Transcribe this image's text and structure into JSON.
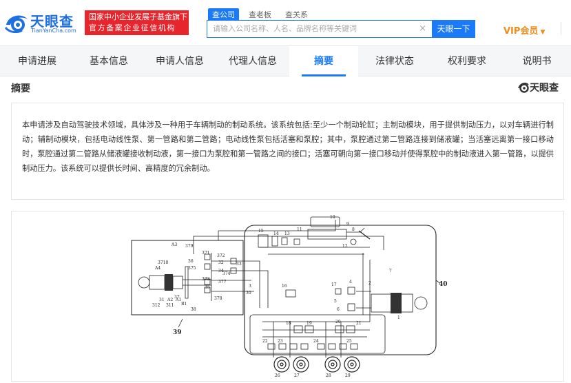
{
  "header": {
    "logo_cn": "天眼查",
    "logo_en": "TianYanCha.com",
    "banner_line1": "国家中小企业发展子基金旗下",
    "banner_line2": "官方备案企业征信机构",
    "search_tabs": [
      "查公司",
      "查老板",
      "查关系"
    ],
    "search_placeholder": "请输入公司名称、人名、品牌名称等关键词",
    "search_clear": "×",
    "search_button": "天眼一下",
    "vip_label": "VIP会员"
  },
  "tabs": [
    "申请进展",
    "基本信息",
    "申请人信息",
    "代理人信息",
    "摘要",
    "法律状态",
    "权利要求",
    "说明书"
  ],
  "active_tab": "摘要",
  "section": {
    "title": "摘要",
    "watermark": "天眼查"
  },
  "abstract": "本申请涉及自动驾驶技术领域，具体涉及一种用于车辆制动的制动系统。该系统包括:至少一个制动轮缸；主制动模块，用于提供制动压力，以对车辆进行制动；辅制动模块，包括电动线性泵、第一管路和第二管路；电动线性泵包括活塞和泵腔；其中，泵腔通过第二管路连接到储液罐；当活塞远离第一接口移动时，泵腔通过第二管路从储液罐接收制动液，第一接口为泵腔和第一管路之间的接口；活塞可朝向第一接口移动并使得泵腔中的制动液进入第一管路，以提供制动压力。该系统可以提供长时间、高精度的冗余制动。",
  "figure": {
    "labels_small": [
      "A3",
      "379",
      "3710",
      "A4",
      "36",
      "375",
      "371",
      "372",
      "32",
      "33",
      "34",
      "374",
      "373",
      "377",
      "35",
      "378",
      "37",
      "30",
      "31",
      "A2",
      "A1",
      "B1",
      "311",
      "312",
      "38",
      "15",
      "14",
      "13",
      "11",
      "10",
      "9",
      "8",
      "12",
      "7",
      "2",
      "4",
      "16",
      "17",
      "5",
      "6",
      "1",
      "18",
      "19",
      "20",
      "21",
      "22",
      "23",
      "24",
      "25",
      "26",
      "27",
      "28",
      "29",
      "3"
    ],
    "labels_large": [
      "39",
      "40"
    ]
  }
}
